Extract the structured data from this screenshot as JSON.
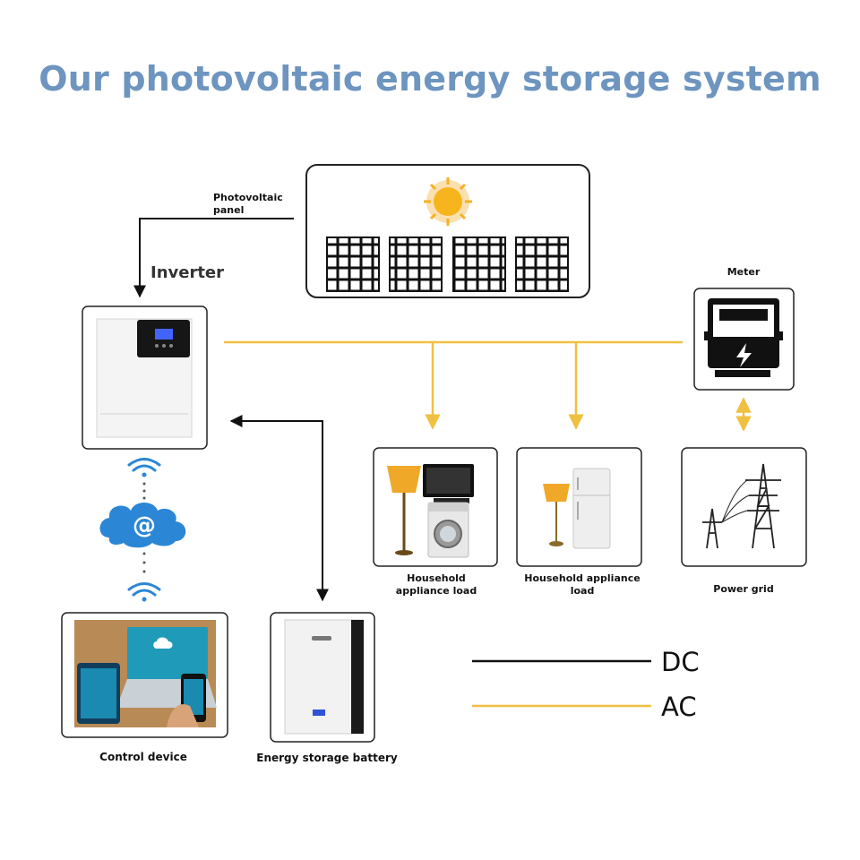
{
  "title": "Our photovoltaic energy storage system",
  "colors": {
    "title": "#6d95bf",
    "dc": "#111111",
    "ac": "#f0c040",
    "cloud": "#2b86d6",
    "wifi": "#2b86d6"
  },
  "labels": {
    "pv_panel_line1": "Photovoltaic",
    "pv_panel_line2": "panel",
    "inverter": "Inverter",
    "meter": "Meter",
    "household1_line1": "Household",
    "household1_line2": "appliance load",
    "household2_line1": "Household appliance",
    "household2_line2": "load",
    "power_grid": "Power grid",
    "control_device": "Control device",
    "battery": "Energy storage battery",
    "cloud_symbol": "@"
  },
  "legend": {
    "dc": "DC",
    "ac": "AC"
  }
}
